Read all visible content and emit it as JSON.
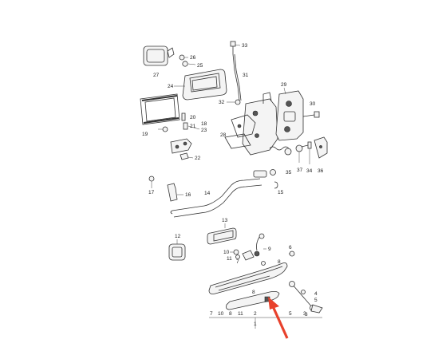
{
  "callouts": {
    "c1": "1",
    "c2": "2",
    "c3": "3",
    "c4": "4",
    "c5": "5",
    "c6": "6",
    "c7": "7",
    "c8": "8",
    "c9": "9",
    "c10": "10",
    "c11": "11",
    "c12": "12",
    "c13": "13",
    "c14": "14",
    "c15": "15",
    "c16": "16",
    "c17": "17",
    "c18": "18",
    "c19": "19",
    "c20": "20",
    "c21": "21",
    "c22": "22",
    "c23": "23",
    "c24": "24",
    "c25": "25",
    "c26": "26",
    "c27": "27",
    "c28": "28",
    "c29": "29",
    "c30": "30",
    "c31": "31",
    "c32": "32",
    "c33": "33",
    "c34": "34",
    "c35": "35",
    "c36": "36",
    "c37": "37"
  },
  "bottom_scale": {
    "a7": "7",
    "a10": "10",
    "a8": "8",
    "a11": "11",
    "a2": "2",
    "a5": "5",
    "a3": "3",
    "a1": "1"
  },
  "colors": {
    "arrow": "#e8412c",
    "line": "#333333"
  }
}
